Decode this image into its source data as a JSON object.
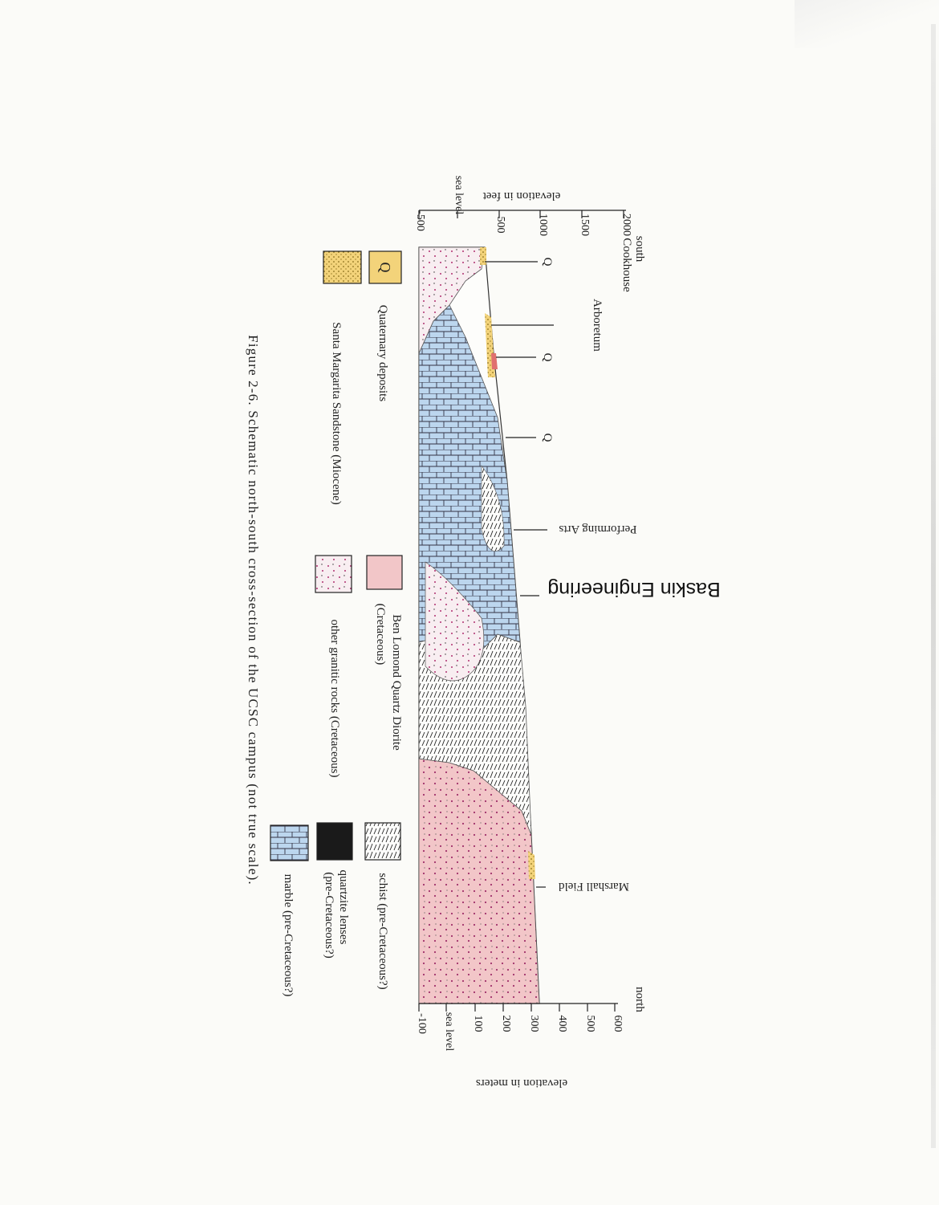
{
  "figure": {
    "caption": "Figure 2-6. Schematic north-south cross-section of the UCSC campus (not true scale).",
    "overlay_label": "Baskin Engineering",
    "direction_south": "south",
    "direction_north": "north",
    "left_axis": {
      "title": "elevation in feet",
      "ticks": [
        "2000",
        "1500",
        "1000",
        "500",
        "sea level",
        "-500"
      ]
    },
    "right_axis": {
      "title": "elevation in meters",
      "ticks": [
        "600",
        "500",
        "400",
        "300",
        "200",
        "100",
        "sea level",
        "-100"
      ]
    },
    "locations": {
      "cookhouse": "Cookhouse",
      "arboretum": "Arboretum",
      "performing_arts": "Performing Arts",
      "marshall_field": "Marshall Field",
      "q1": "Q",
      "q2": "Q",
      "q3": "Q"
    },
    "legend": {
      "quaternary": {
        "symbol": "Q",
        "label": "Quaternary deposits"
      },
      "santa_margarita": {
        "label": "Santa Margarita Sandstone (Miocene)"
      },
      "ben_lomond": {
        "label_1": "Ben Lomond Quartz Diorite",
        "label_2": "(Cretaceous)"
      },
      "other_granitic": {
        "label": "other granitic rocks (Cretaceous)"
      },
      "schist": {
        "label": "schist (pre-Cretaceous?)"
      },
      "quartzite": {
        "label_1": "quartzite lenses",
        "label_2": "(pre-Cretaceous?)"
      },
      "marble": {
        "label": "marble (pre-Cretaceous?)"
      }
    },
    "colors": {
      "granite_pink": "#f2c6c8",
      "marble_blue": "#bcd6ee",
      "sand_yellow": "#f3d37a",
      "schist_ink": "#222222",
      "quartzite_black": "#1a1a1a"
    }
  }
}
